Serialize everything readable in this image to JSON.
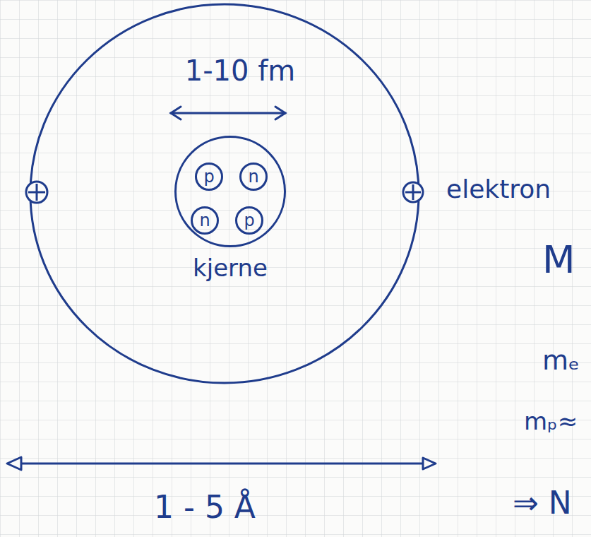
{
  "diagram": {
    "nodes": [
      {
        "text": [
          "kjerne"
        ]
      },
      {
        "text": [
          "p"
        ],
        "in": 0
      },
      {
        "text": [
          "n"
        ],
        "in": 0
      },
      {
        "text": [
          "n"
        ],
        "in": 0
      },
      {
        "text": [
          "p"
        ],
        "in": 0
      }
    ],
    "labels": [
      "1-10 fm",
      "elektron",
      "1 - 5 Å",
      "M",
      "mₑ",
      "mₚ≈",
      "⇒ N"
    ]
  }
}
